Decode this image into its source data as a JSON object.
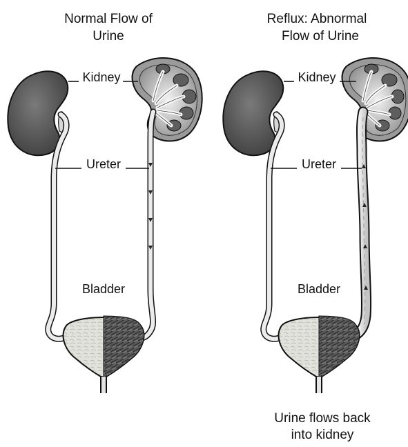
{
  "left_panel": {
    "title_line1": "Normal Flow of",
    "title_line2": "Urine",
    "kidney_label": "Kidney",
    "ureter_label": "Ureter",
    "bladder_label": "Bladder"
  },
  "right_panel": {
    "title_line1": "Reflux: Abnormal",
    "title_line2": "Flow of Urine",
    "kidney_label": "Kidney",
    "ureter_label": "Ureter",
    "bladder_label": "Bladder",
    "caption_line1": "Urine flows back",
    "caption_line2": "into kidney"
  }
}
